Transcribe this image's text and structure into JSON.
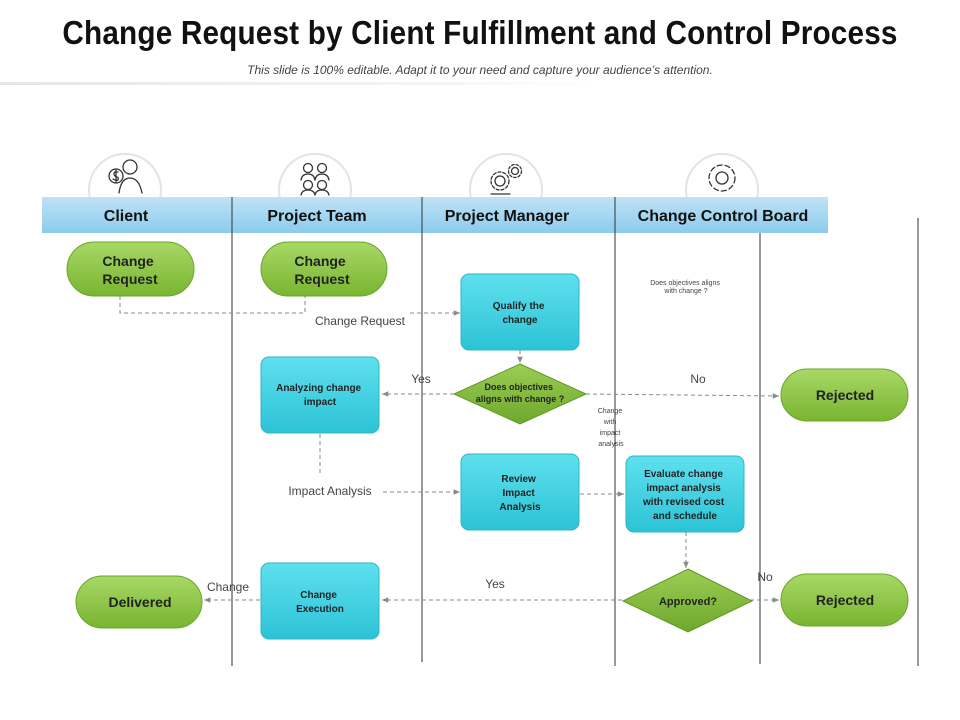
{
  "header": {
    "title": "Change Request by Client Fulfillment and Control Process",
    "subtitle": "This slide is 100% editable. Adapt it to your need and capture your audience’s attention."
  },
  "lanes": [
    {
      "label": "Client",
      "icon": "client-money-person-icon"
    },
    {
      "label": "Project Team",
      "icon": "team-people-icon"
    },
    {
      "label": "Project Manager",
      "icon": "gears-person-icon"
    },
    {
      "label": "Change Control Board",
      "icon": "gear-icon"
    }
  ],
  "nodes": {
    "client_change_request": [
      "Change",
      "Request"
    ],
    "team_change_request": [
      "Change",
      "Request"
    ],
    "qualify": [
      "Qualify the",
      "change"
    ],
    "objectives_decision": [
      "Does objectives",
      "aligns with change ?"
    ],
    "rejected_1": [
      "Rejected"
    ],
    "analyzing": [
      "Analyzing change",
      "impact"
    ],
    "review": [
      "Review",
      "Impact",
      "Analysis"
    ],
    "evaluate": [
      "Evaluate change",
      "impact analysis",
      "with revised cost",
      "and schedule"
    ],
    "execution": [
      "Change",
      "Execution"
    ],
    "approved": [
      "Approved?"
    ],
    "rejected_2": [
      "Rejected"
    ],
    "delivered": [
      "Delivered"
    ]
  },
  "labels": {
    "change_request": "Change Request",
    "yes_1": "Yes",
    "no_1": "No",
    "impact_analysis": "Impact Analysis",
    "yes_2": "Yes",
    "no_2": "No",
    "change": "Change",
    "board_note": [
      "Does objectives aligns",
      "with change ?"
    ],
    "change_with_impact": [
      "Change",
      "with",
      "impact",
      "analysis"
    ]
  },
  "colors": {
    "header_blue": "#9fd3ef",
    "green": "#8cc63f",
    "cyan": "#3fd0e0"
  }
}
